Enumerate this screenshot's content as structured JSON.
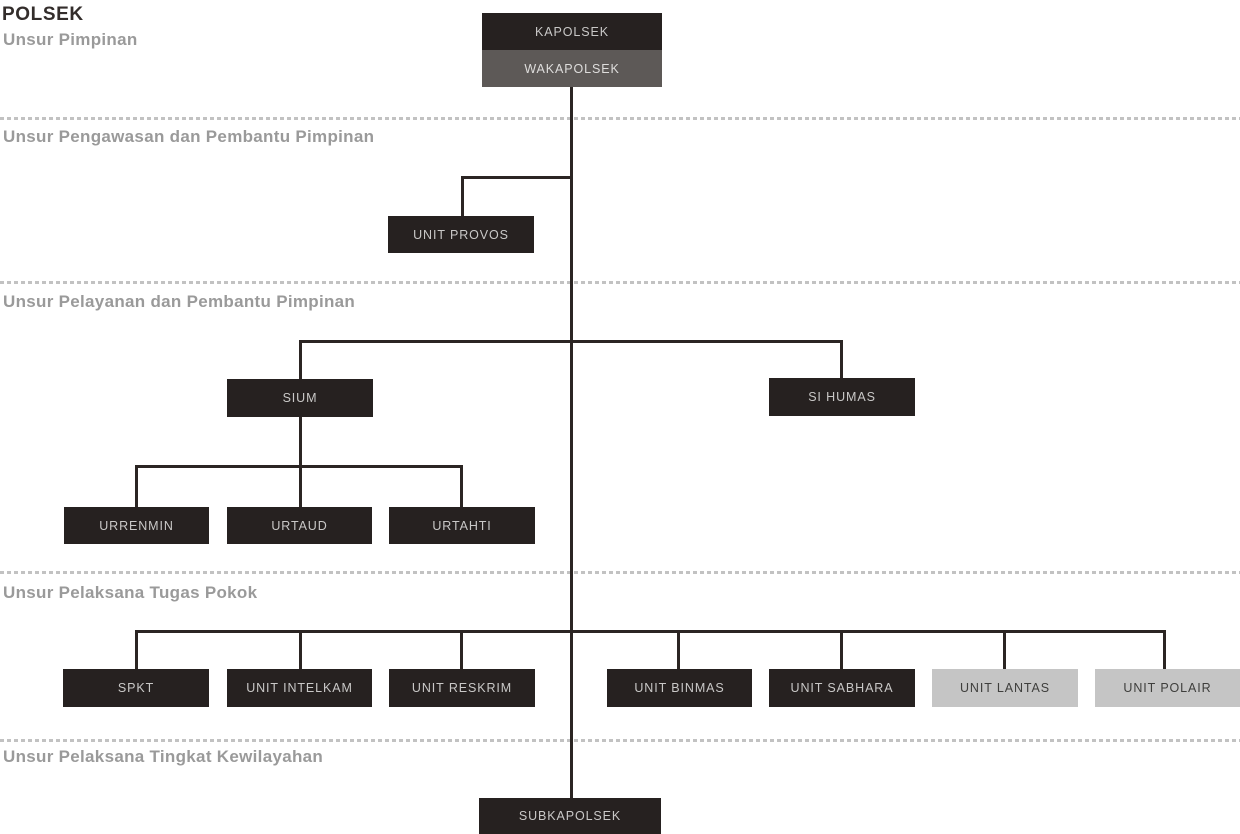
{
  "title": "POLSEK",
  "sections": {
    "pimpinan": {
      "label": "Unsur Pimpinan"
    },
    "pengawasan": {
      "label": "Unsur Pengawasan dan Pembantu Pimpinan"
    },
    "pelayanan": {
      "label": "Unsur Pelayanan dan Pembantu Pimpinan"
    },
    "tugas_pokok": {
      "label": "Unsur Pelaksana Tugas Pokok"
    },
    "kewilayahan": {
      "label": "Unsur Pelaksana Tingkat Kewilayahan"
    }
  },
  "nodes": {
    "kapolsek": {
      "label": "KAPOLSEK",
      "variant": "dark"
    },
    "wakapolsek": {
      "label": "WAKAPOLSEK",
      "variant": "gray"
    },
    "unit_provos": {
      "label": "UNIT PROVOS",
      "variant": "dark"
    },
    "sium": {
      "label": "SIUM",
      "variant": "dark"
    },
    "si_humas": {
      "label": "SI HUMAS",
      "variant": "dark"
    },
    "urrenmin": {
      "label": "URRENMIN",
      "variant": "dark"
    },
    "urtaud": {
      "label": "URTAUD",
      "variant": "dark"
    },
    "urtahti": {
      "label": "URTAHTI",
      "variant": "dark"
    },
    "spkt": {
      "label": "SPKT",
      "variant": "dark"
    },
    "unit_intelkam": {
      "label": "UNIT INTELKAM",
      "variant": "dark"
    },
    "unit_reskrim": {
      "label": "UNIT RESKRIM",
      "variant": "dark"
    },
    "unit_binmas": {
      "label": "UNIT BINMAS",
      "variant": "dark"
    },
    "unit_sabhara": {
      "label": "UNIT SABHARA",
      "variant": "dark"
    },
    "unit_lantas": {
      "label": "UNIT LANTAS",
      "variant": "light"
    },
    "unit_polair": {
      "label": "UNIT POLAIR",
      "variant": "light"
    },
    "subkapolsek": {
      "label": "SUBKAPOLSEK",
      "variant": "dark"
    }
  },
  "colors": {
    "node_dark": "#262120",
    "node_gray": "#5d5957",
    "node_light": "#c5c5c5",
    "node_dark_text": "#c9c8c7",
    "node_light_text": "#3e3e3c",
    "connector": "#2b2523",
    "divider": "#c2c2c2",
    "title_text": "#332d2b",
    "section_text": "#9a9a9a",
    "background": "#ffffff"
  }
}
